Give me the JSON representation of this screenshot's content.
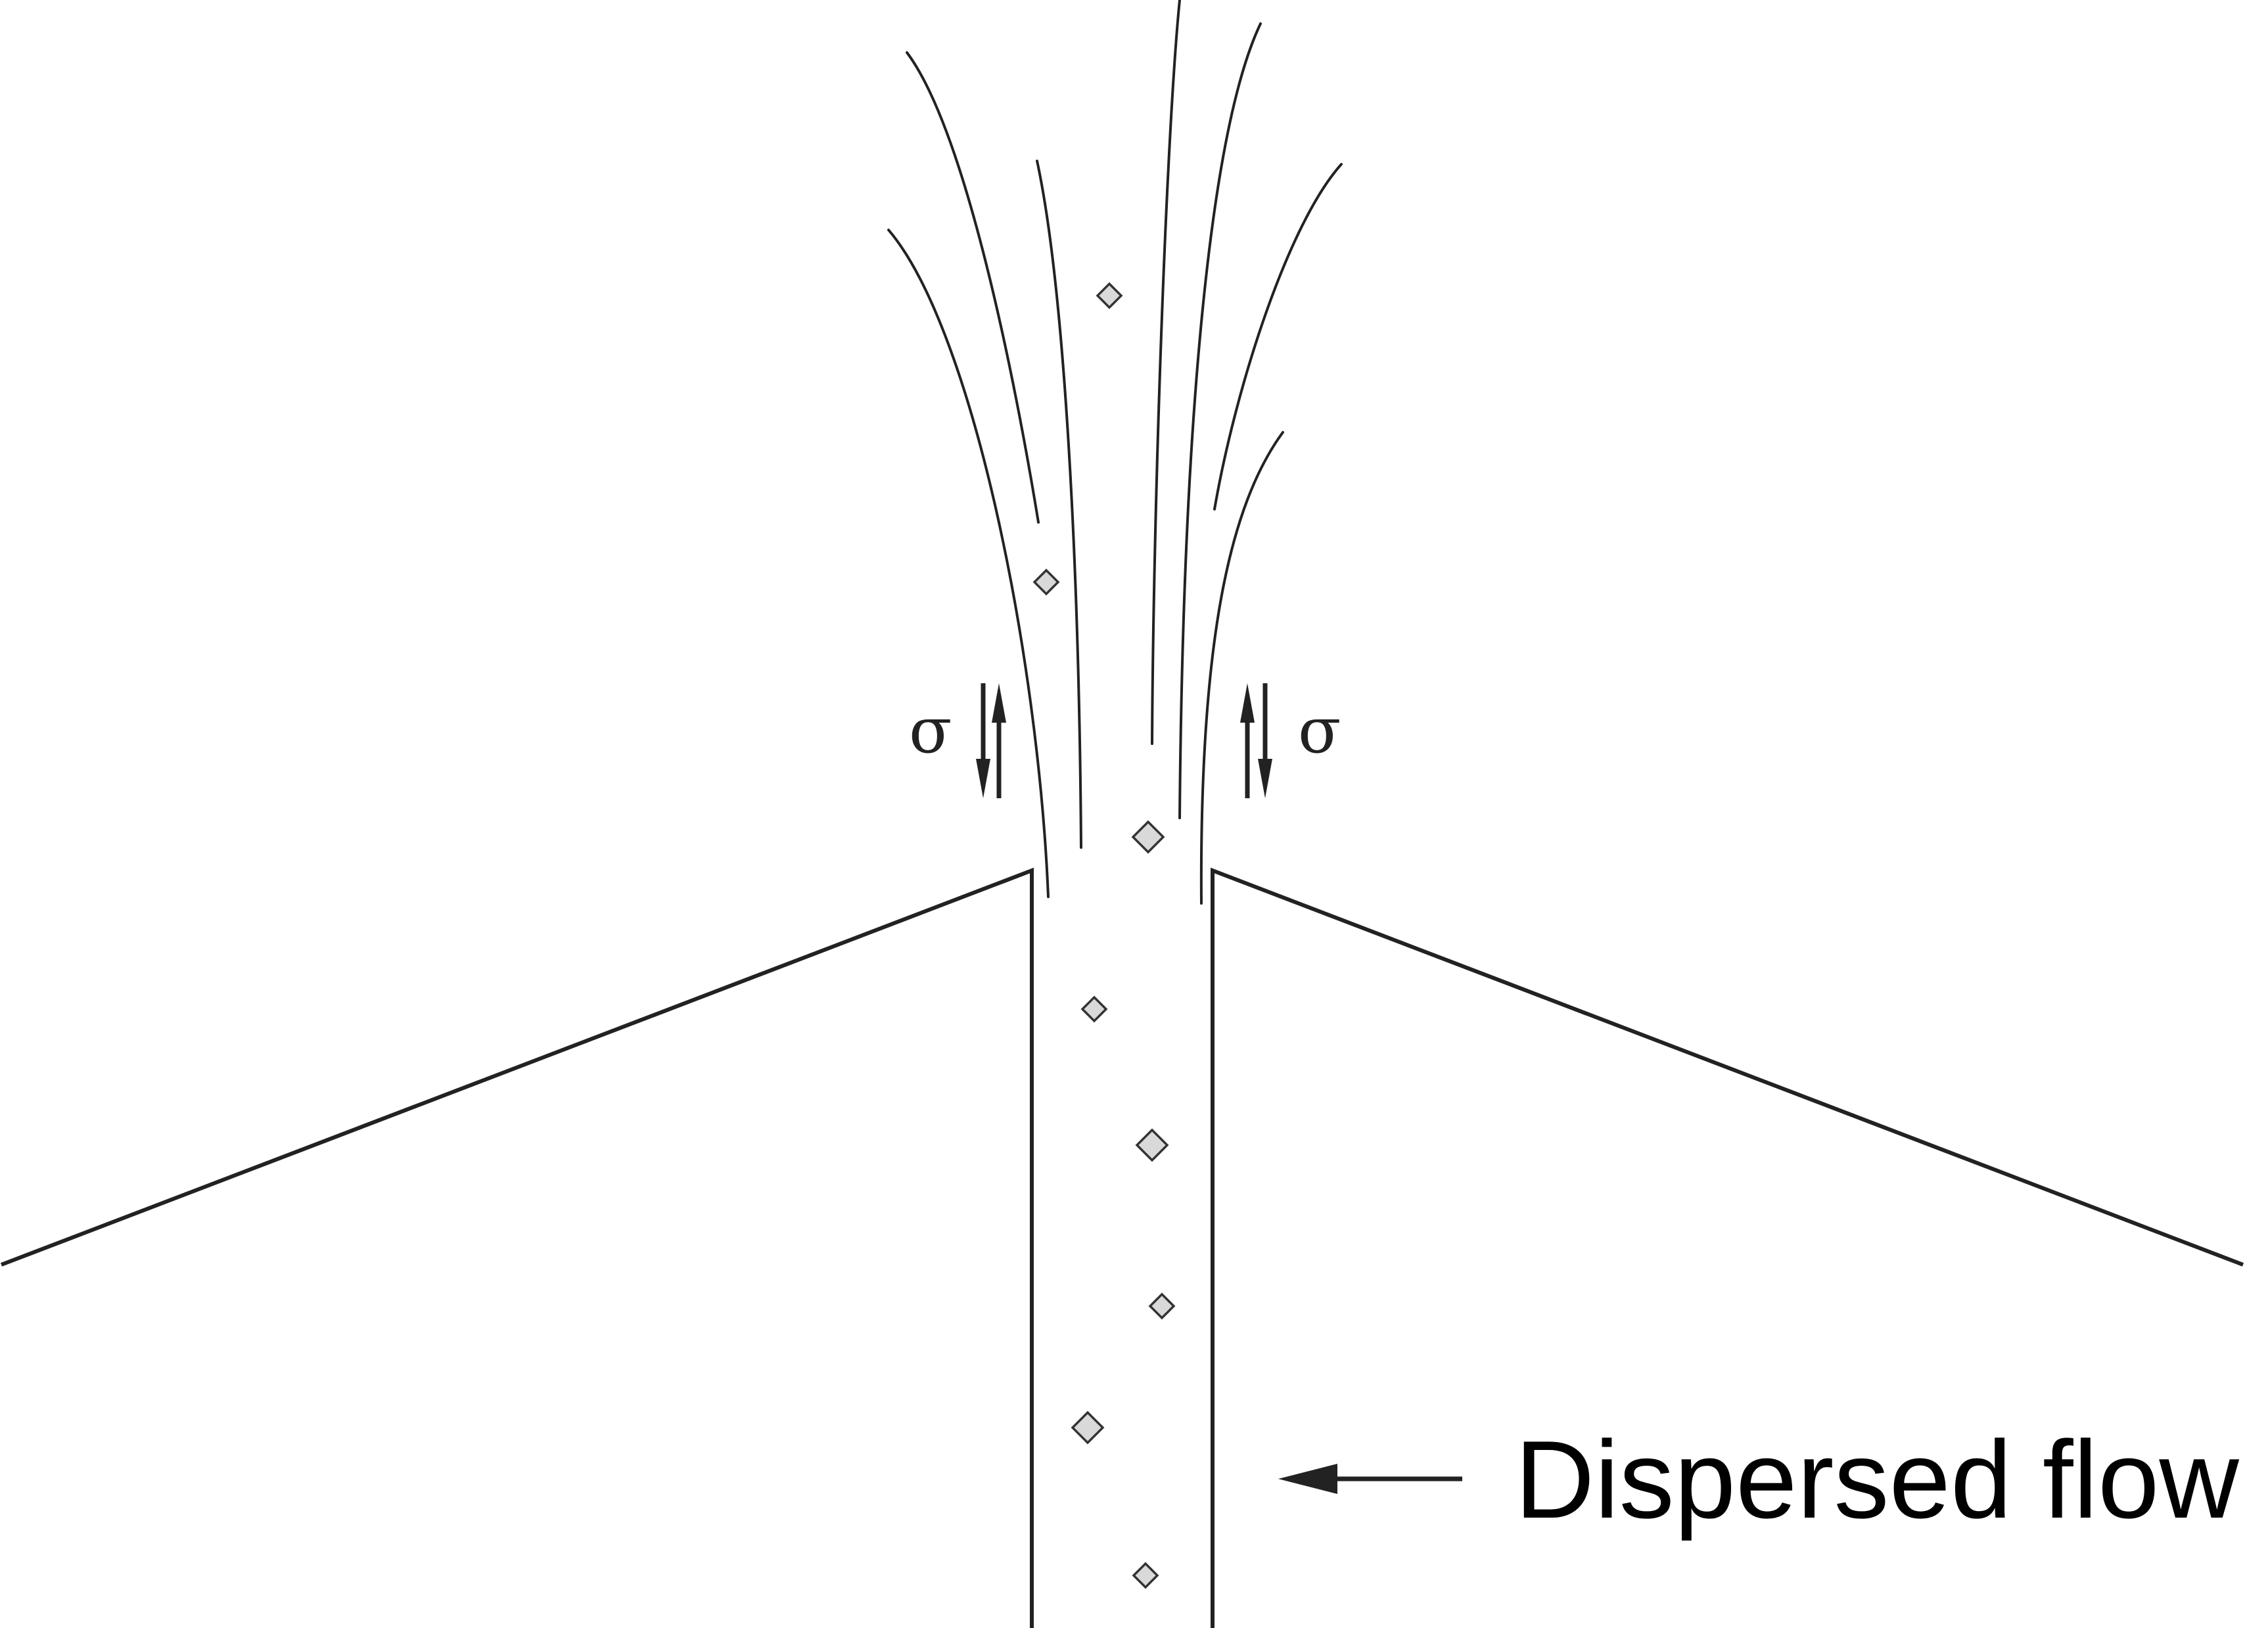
{
  "diagram": {
    "stress_symbol_left": "σ",
    "stress_symbol_right": "σ",
    "flow_label": "Dispersed flow"
  },
  "colors": {
    "line": "#222222",
    "particle_fill": "#d9d9d9",
    "particle_stroke": "#333333",
    "background": "#ffffff"
  }
}
